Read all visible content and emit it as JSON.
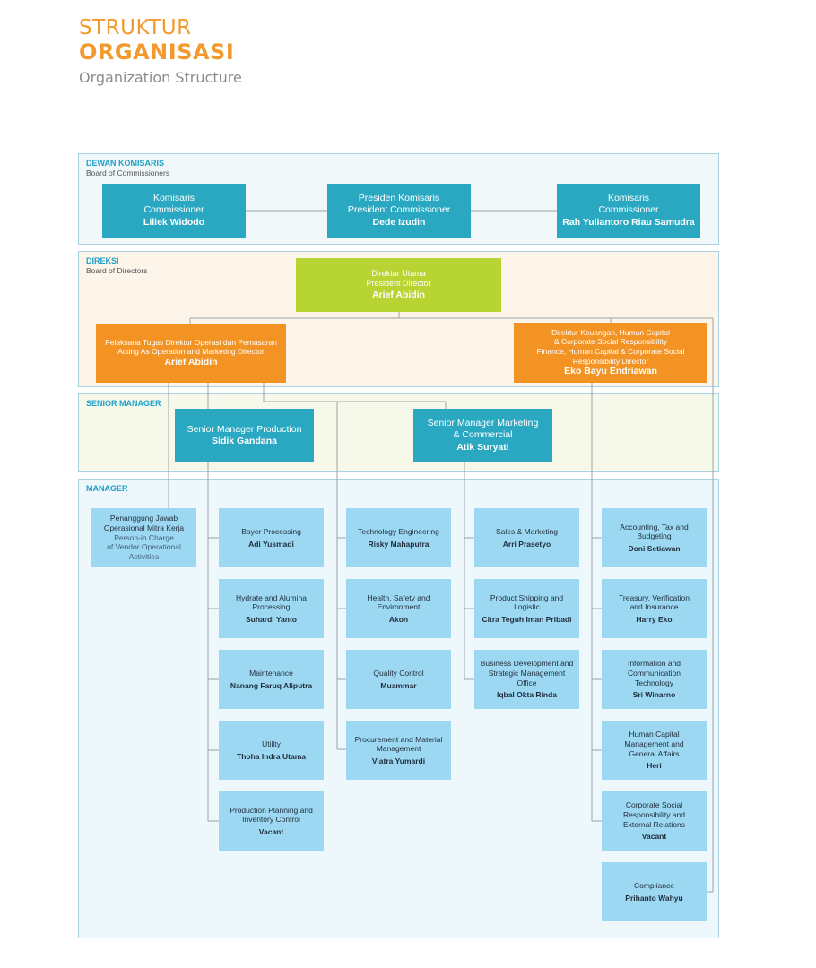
{
  "header": {
    "line1": "STRUKTUR",
    "line2": "ORGANISASI",
    "line3": "Organization Structure"
  },
  "bands": {
    "commissioners": {
      "label": "DEWAN KOMISARIS",
      "sub": "Board of Commissioners"
    },
    "directors": {
      "label": "DIREKSI",
      "sub": "Board of Directors"
    },
    "senior": {
      "label": "SENIOR MANAGER"
    },
    "manager": {
      "label": "MANAGER"
    }
  },
  "commissioners": [
    {
      "title_id": "Komisaris",
      "title_en": "Commissioner",
      "name": "Liliek Widodo"
    },
    {
      "title_id": "Presiden Komisaris",
      "title_en": "President Commissioner",
      "name": "Dede Izudin"
    },
    {
      "title_id": "Komisaris",
      "title_en": "Commissioner",
      "name": "Rah Yuliantoro Riau Samudra"
    }
  ],
  "president_director": {
    "title_id": "Direktur Utama",
    "title_en": "President Director",
    "name": "Arief Abidin"
  },
  "director_ops": {
    "title_id": "Pelaksana Tugas Direktur Operasi dan Pemasaran",
    "title_en": "Acting As Operation and Marketing Director",
    "name": "Arief Abidin"
  },
  "director_fin": {
    "title_id_1": "Direktur Keuangan, Human Capital",
    "title_id_2": "& Corporate Social Responsibility",
    "title_en_1": "Finance, Human Capital & Corporate Social",
    "title_en_2": "Responsibility Director",
    "name": "Eko Bayu Endriawan"
  },
  "senior_managers": [
    {
      "title": "Senior Manager Production",
      "name": "Sidik Gandana"
    },
    {
      "title_1": "Senior Manager Marketing",
      "title_2": "& Commercial",
      "name": "Atik Suryati"
    }
  ],
  "vendor_pic": {
    "title_id_1": "Penanggung Jawab",
    "title_id_2": "Operasional Mitra Kerja",
    "title_en_1": "Person-in Charge",
    "title_en_2": "of Vendor Operational",
    "title_en_3": "Activities"
  },
  "production": [
    {
      "t1": "Bayer Processing",
      "t2": "",
      "name": "Adi Yusmadi"
    },
    {
      "t1": "Hydrate and Alumina",
      "t2": "Processing",
      "name": "Suhardi Yanto"
    },
    {
      "t1": "Maintenance",
      "t2": "",
      "name": "Nanang Faruq Aliputra"
    },
    {
      "t1": "Utility",
      "t2": "",
      "name": "Thoha Indra Utama"
    },
    {
      "t1": "Production Planning and",
      "t2": "Inventory Control",
      "name": "Vacant"
    }
  ],
  "operations": [
    {
      "t1": "Technology Engineering",
      "t2": "",
      "name": "Risky Mahaputra"
    },
    {
      "t1": "Health, Safety and",
      "t2": "Environment",
      "name": "Akon"
    },
    {
      "t1": "Quality Control",
      "t2": "",
      "name": "Muammar"
    },
    {
      "t1": "Procurement and Material",
      "t2": "Management",
      "name": "Viatra Yumardi"
    }
  ],
  "marketing": [
    {
      "t1": "Sales & Marketing",
      "t2": "",
      "t3": "",
      "name": "Arri Prasetyo"
    },
    {
      "t1": "Product Shipping and",
      "t2": "Logistic",
      "t3": "",
      "name": "Citra Teguh Iman Pribadi"
    },
    {
      "t1": "Business Development and",
      "t2": "Strategic Management",
      "t3": "Office",
      "name": "Iqbal Okta Rinda"
    }
  ],
  "finance": [
    {
      "t1": "Accounting, Tax and",
      "t2": "Budgeting",
      "t3": "",
      "name": "Doni Setiawan"
    },
    {
      "t1": "Treasury, Verification",
      "t2": "and Insurance",
      "t3": "",
      "name": "Harry Eko"
    },
    {
      "t1": "Information and",
      "t2": "Communication",
      "t3": "Technology",
      "name": "Sri Winarno"
    },
    {
      "t1": "Human Capital",
      "t2": "Management and",
      "t3": "General Affairs",
      "name": "Heri"
    },
    {
      "t1": "Corporate Social",
      "t2": "Responsibility and",
      "t3": "External Relations",
      "name": "Vacant"
    },
    {
      "t1": "Compliance",
      "t2": "",
      "t3": "",
      "name": "Prihanto Wahyu"
    }
  ],
  "colors": {
    "accent_orange": "#f29a2e",
    "teal": "#2aa8c2",
    "green": "#b8d432",
    "orange": "#f39323",
    "light_blue": "#9dd8f3",
    "band_commissioners": "#f0f8fa",
    "band_directors": "#fdf4ea",
    "band_senior": "#f6f9ea",
    "band_manager": "#eef7fb"
  }
}
